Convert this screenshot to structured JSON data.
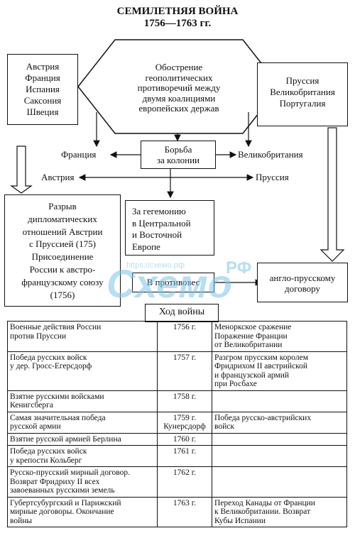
{
  "title": {
    "line1": "СЕМИЛЕТНЯЯ ВОЙНА",
    "line2": "1756—1763 гг."
  },
  "left_coalition": [
    "Австрия",
    "Франция",
    "Испания",
    "Саксония",
    "Швеция"
  ],
  "right_coalition": [
    "Пруссия",
    "Великобритания",
    "Португалия"
  ],
  "center_cause": [
    "Обострение",
    "геополитических",
    "противоречий между",
    "двумя коалициями",
    "европейских держав"
  ],
  "colonies_box": [
    "Борьба",
    "за колонии"
  ],
  "labels": {
    "france": "Франция",
    "britain": "Великобритания",
    "austria": "Австрия",
    "prussia": "Пруссия"
  },
  "rupture_box": [
    "Разрыв",
    "дипломатических",
    "отношений Австрии",
    "с Пруссией (175)",
    "Присоединение",
    "России к австро-",
    "французскому союзу",
    "(1756)"
  ],
  "hegemony_box": [
    "За гегемонию",
    "в Центральной",
    "и Восточной",
    "Европе"
  ],
  "counterweight_text": "В противовес",
  "treaty_box": [
    "англо-прусскому",
    "договору"
  ],
  "course_header": "Ход войны",
  "watermark": {
    "logo": "Схемо",
    "domain": "РФ",
    "url": "https://схемо.рф"
  },
  "war_table": [
    {
      "event": [
        "Военные действия России",
        "против Пруссии"
      ],
      "year": [
        "1756 г."
      ],
      "result": [
        "Меноркское сражение",
        "Поражение Франции",
        "от Великобритании"
      ]
    },
    {
      "event": [
        "Победа русских войск",
        "у дер. Гросс-Егерсдорф"
      ],
      "year": [
        "1757 г."
      ],
      "result": [
        "Разгром прусским королем",
        "Фридрихом II австрийской",
        "и французской армий",
        "при Росбахе"
      ]
    },
    {
      "event": [
        "Взятие русскими войсками",
        "Кенигсберга"
      ],
      "year": [
        "1758 г."
      ],
      "result": []
    },
    {
      "event": [
        "Самая значительная победа",
        "русской армии"
      ],
      "year": [
        "1759 г.",
        "Кунерсдорф"
      ],
      "result": [
        "Победа русско-австрийских",
        "войск"
      ]
    },
    {
      "event": [
        "Взятие русской армией Берлина"
      ],
      "year": [
        "1760 г."
      ],
      "result": []
    },
    {
      "event": [
        "Победа русских войск",
        "у крепости Кольберг"
      ],
      "year": [
        "1761 г."
      ],
      "result": []
    },
    {
      "event": [
        "Русско-прусский мирный договор.",
        "Возврат Фридриху II всех",
        "завоеванных русскими земель"
      ],
      "year": [
        "1762 г."
      ],
      "result": []
    },
    {
      "event": [
        "Губертсубургский и Парижский",
        "мирные договоры. Окончание",
        "войны"
      ],
      "year": [
        "1763 г."
      ],
      "result": [
        "Переход Канады от Франции",
        "к Великобритании. Возврат",
        "Кубы Испании"
      ]
    }
  ]
}
